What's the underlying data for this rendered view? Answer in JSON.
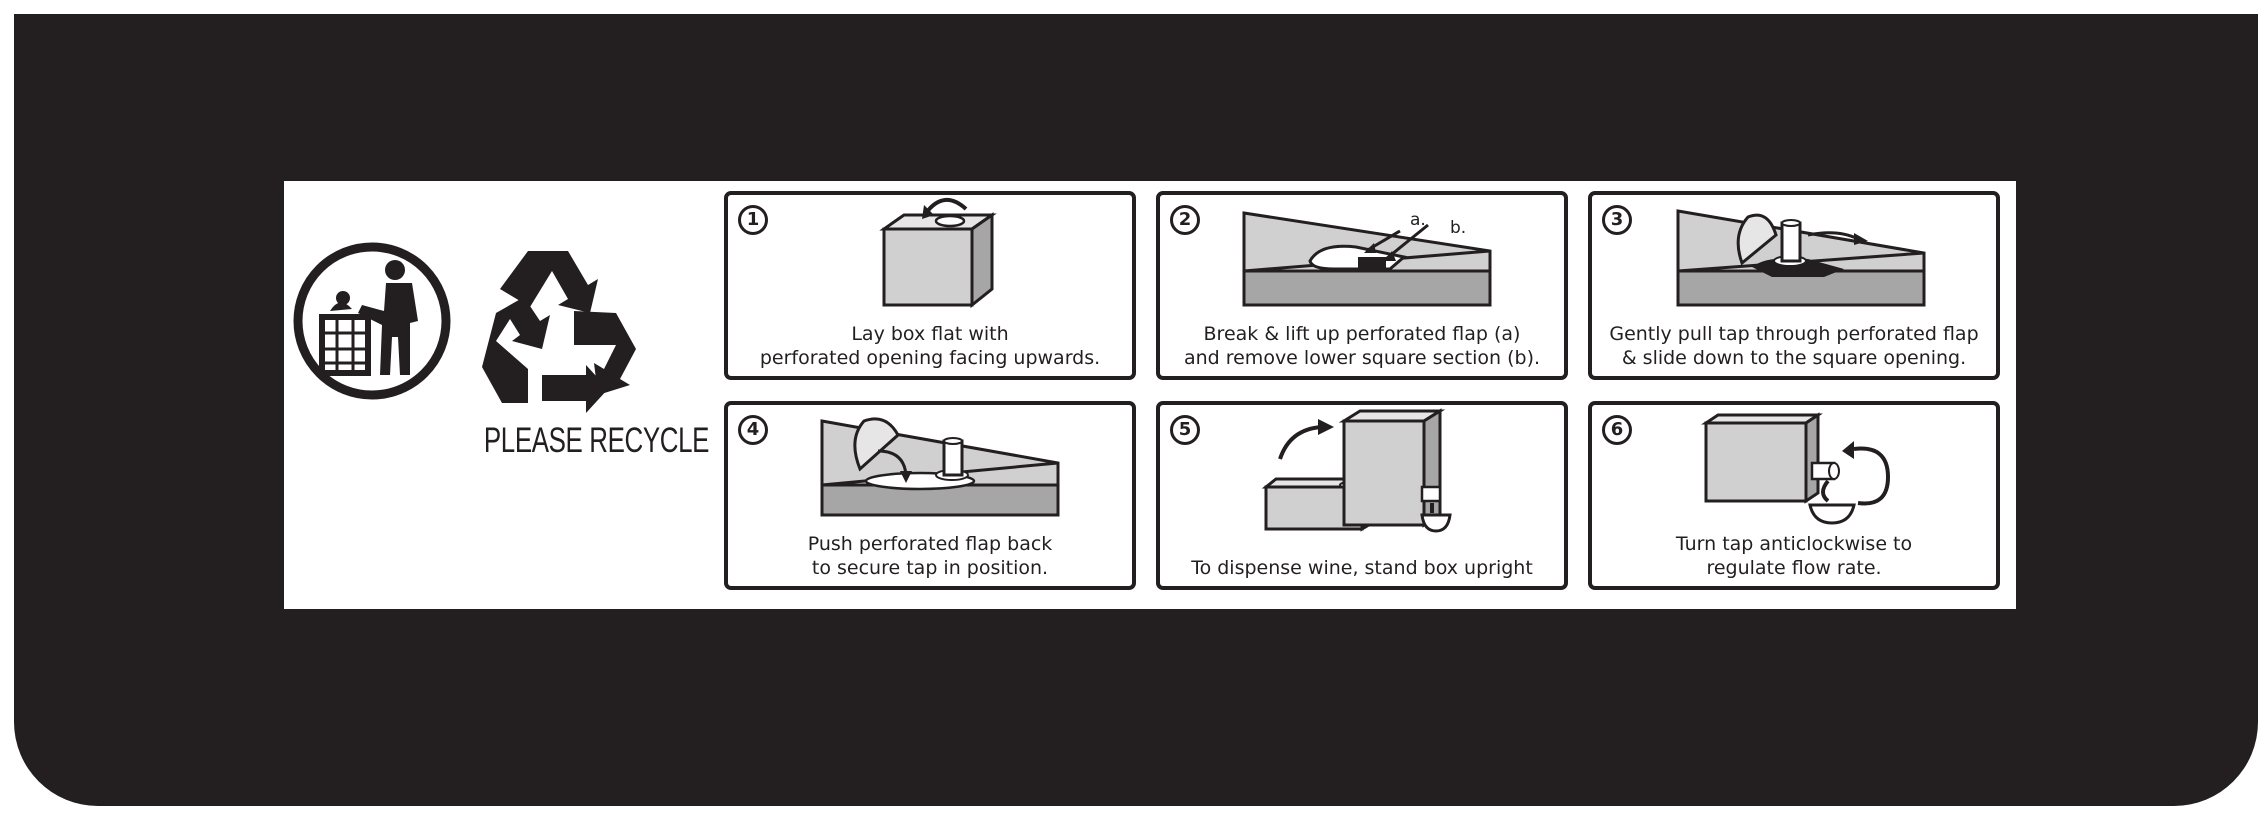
{
  "recycle": {
    "label": "PLEASE RECYCLE"
  },
  "colors": {
    "background": "#231f20",
    "panel": "#ffffff",
    "ink": "#231f20",
    "box_light": "#d0d0d0",
    "box_dark": "#a6a6a6"
  },
  "icons": [
    "tidyman-icon",
    "recycle-icon",
    "box-illustration-icon",
    "tap-icon",
    "wine-glass-icon",
    "arrow-icon"
  ],
  "steps": [
    {
      "number": "1",
      "lines": [
        "Lay box flat with",
        "perforated opening facing upwards."
      ]
    },
    {
      "number": "2",
      "lines": [
        "Break & lift up perforated flap (a)",
        "and remove lower square section (b)."
      ],
      "callouts": [
        "a.",
        "b."
      ]
    },
    {
      "number": "3",
      "lines": [
        "Gently pull tap through perforated flap",
        "& slide down to the square opening."
      ]
    },
    {
      "number": "4",
      "lines": [
        "Push perforated flap back",
        "to secure tap in position."
      ]
    },
    {
      "number": "5",
      "lines": [
        "To dispense wine, stand box upright"
      ]
    },
    {
      "number": "6",
      "lines": [
        "Turn tap anticlockwise to",
        "regulate flow rate."
      ]
    }
  ]
}
